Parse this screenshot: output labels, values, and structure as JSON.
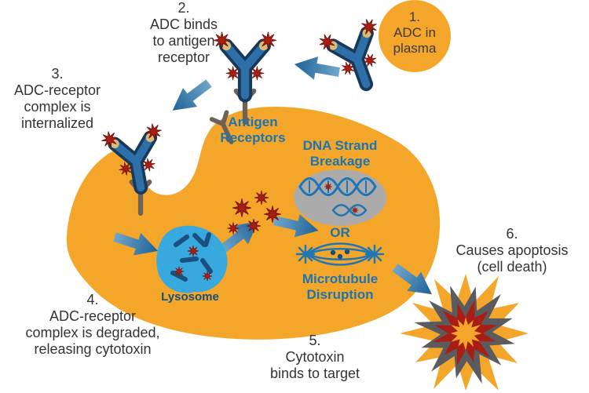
{
  "steps": {
    "step1": "1.\nADC in\nplasma",
    "step2": "2.\nADC binds\nto antigen\nreceptor",
    "step3": "3.\nADC-receptor\ncomplex is\ninternalized",
    "step4": "4.\nADC-receptor\ncomplex is degraded,\nreleasing cytotoxin",
    "step5": "5.\nCytotoxin\nbinds to target",
    "step6": "6.\nCauses apoptosis\n(cell death)"
  },
  "cell_labels": {
    "antigen_receptors": "Antigen\nReceptors",
    "dna_strand_breakage": "DNA Strand\nBreakage",
    "or": "OR",
    "microtubule_disruption": "Microtubule\nDisruption",
    "lysosome": "Lysosome"
  },
  "colors": {
    "cell_orange": "#F4A62B",
    "arrow_blue": "#2E74A6",
    "label_blue": "#1C74B0",
    "lysosome_label_blue": "#14507F",
    "lysosome_fill": "#38A9DE",
    "antibody_blue": "#2E6FA8",
    "antibody_outline": "#16395C",
    "receptor_brown": "#6E6257",
    "cytotoxin_red": "#A81E14",
    "organelle_gray": "#ABABAB",
    "apoptosis_gray": "#5B5B5F",
    "text_dark": "#333333"
  },
  "icons": {
    "adc_antibody": "adc-antibody-icon",
    "antigen_receptor": "antigen-receptor-icon",
    "cytotoxin": "cytotoxin-star-icon",
    "lysosome": "lysosome-icon",
    "dna_breakage": "dna-strand-breakage-icon",
    "microtubule": "microtubule-disruption-icon",
    "flow_arrow": "flow-arrow-icon",
    "apoptosis_burst": "apoptosis-burst-icon"
  }
}
